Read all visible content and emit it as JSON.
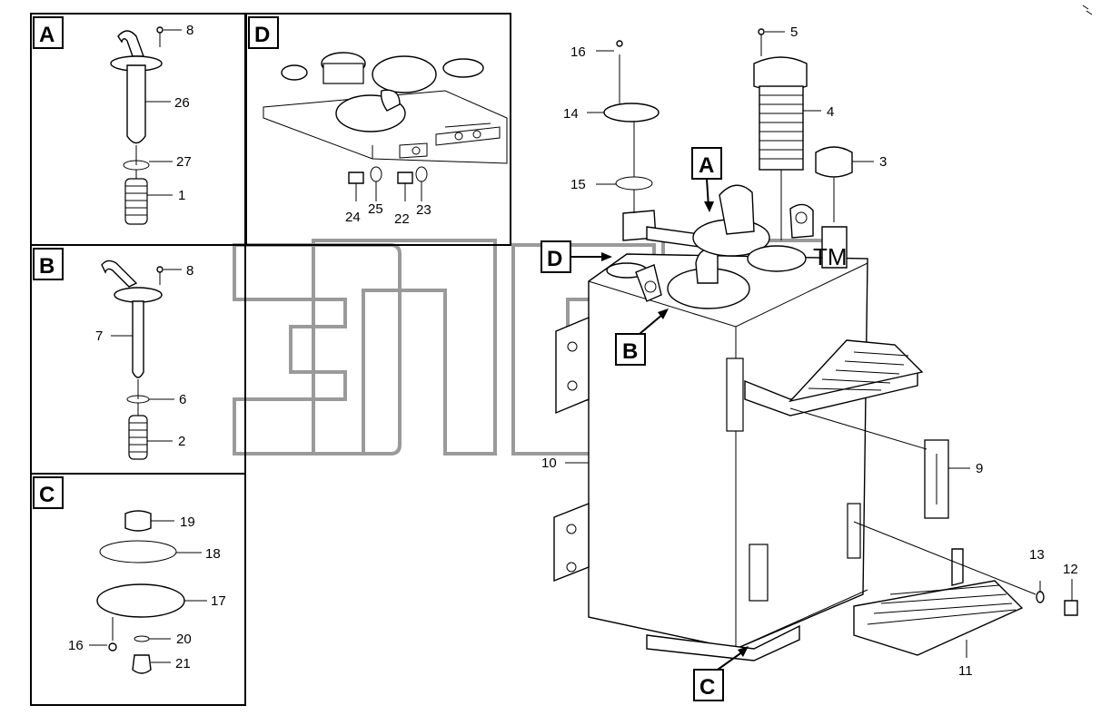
{
  "diagram": {
    "watermark": "ЭПС",
    "trademark": "TM",
    "detail_letters": {
      "A": "A",
      "B": "B",
      "C": "C",
      "D": "D"
    },
    "part_numbers": {
      "p1": "1",
      "p2": "2",
      "p3": "3",
      "p4": "4",
      "p5": "5",
      "p6": "6",
      "p7": "7",
      "p8a": "8",
      "p8b": "8",
      "p9": "9",
      "p10": "10",
      "p11": "11",
      "p12": "12",
      "p13": "13",
      "p14": "14",
      "p15": "15",
      "p16a": "16",
      "p16b": "16",
      "p17": "17",
      "p18": "18",
      "p19": "19",
      "p20": "20",
      "p21": "21",
      "p22": "22",
      "p23": "23",
      "p24": "24",
      "p25": "25",
      "p26": "26",
      "p27": "27"
    }
  }
}
